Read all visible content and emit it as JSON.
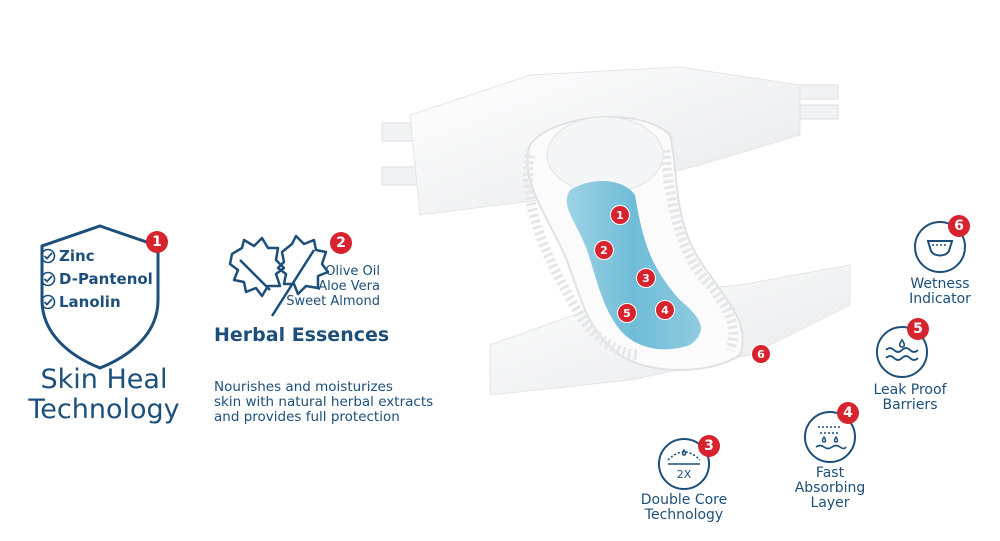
{
  "left_panel": {
    "shield_badge": "1",
    "ingredients": [
      "Zinc",
      "D-Pantenol",
      "Lanolin"
    ],
    "title_line1": "Skin Heal",
    "title_line2": "Technology"
  },
  "herbal": {
    "badge": "2",
    "items": [
      "Olive Oil",
      "Aloe Vera",
      "Sweet Almond"
    ],
    "title": "Herbal Essences",
    "description_line1": "Nourishes and moisturizes",
    "description_line2": "skin with natural herbal extracts",
    "description_line3": "and provides full protection"
  },
  "product_markers": [
    "1",
    "2",
    "3",
    "4",
    "5",
    "6"
  ],
  "features": [
    {
      "badge": "6",
      "line1": "Wetness",
      "line2": "Indicator",
      "line3": "",
      "icon": "diaper-icon"
    },
    {
      "badge": "5",
      "line1": "Leak Proof",
      "line2": "Barriers",
      "line3": "",
      "icon": "leak-barrier-icon"
    },
    {
      "badge": "4",
      "line1": "Fast",
      "line2": "Absorbing",
      "line3": "Layer",
      "icon": "absorbing-layer-icon"
    },
    {
      "badge": "3",
      "line1": "Double Core",
      "line2": "Technology",
      "line3": "",
      "icon_text": "2X",
      "icon": "double-core-icon"
    }
  ],
  "colors": {
    "navy": "#1d4f7a",
    "badge_red": "#d7232e",
    "core_blue": "#7ec3dc"
  }
}
